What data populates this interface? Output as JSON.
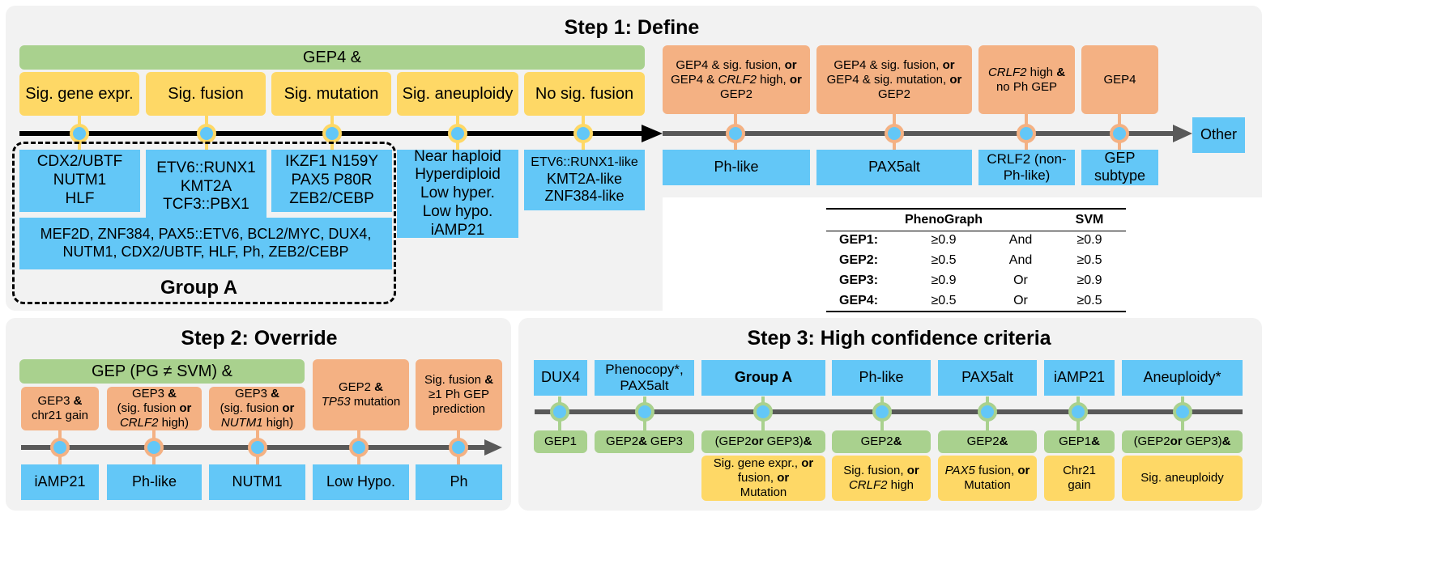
{
  "step1": {
    "title": "Step 1: Define",
    "header": "GEP4 &",
    "yellow": [
      "Sig. gene expr.",
      "Sig. fusion",
      "Sig. mutation",
      "Sig. aneuploidy",
      "No sig. fusion"
    ],
    "blue_boxes": {
      "gene_expr": [
        "CDX2/UBTF",
        "NUTM1",
        "HLF"
      ],
      "fusion": [
        "ETV6::RUNX1",
        "KMT2A",
        "TCF3::PBX1"
      ],
      "mutation": [
        "IKZF1 N159Y",
        "PAX5 P80R",
        "ZEB2/CEBP"
      ],
      "aneuploidy": [
        "Near haploid",
        "Hyperdiploid",
        "Low hyper.",
        "Low hypo.",
        "iAMP21"
      ],
      "no_fusion": [
        "ETV6::RUNX1-like",
        "KMT2A-like",
        "ZNF384-like"
      ],
      "wide": [
        "MEF2D, ZNF384, PAX5::ETV6, BCL2/MYC, DUX4,",
        "NUTM1, CDX2/UBTF, HLF, Ph, ZEB2/CEBP"
      ]
    },
    "group_label": "Group A",
    "right_conditions": [
      [
        "GEP4 & sig. fusion, ",
        "or",
        "GEP4 & ",
        "CRLF2",
        " high, ",
        "or",
        "GEP2"
      ],
      [
        "GEP4 & sig. fusion, ",
        "or",
        "GEP4 & sig. mutation, ",
        "or",
        "GEP2"
      ],
      [
        "CRLF2",
        " high ",
        "&",
        "no Ph GEP"
      ],
      [
        "GEP4"
      ]
    ],
    "right_results": [
      "Ph-like",
      "PAX5alt",
      "CRLF2 (non-Ph-like)",
      "GEP subtype"
    ],
    "other": "Other"
  },
  "table": {
    "headers": [
      "",
      "PhenoGraph",
      "",
      "SVM"
    ],
    "rows": [
      [
        "GEP1:",
        "≥0.9",
        "And",
        "≥0.9"
      ],
      [
        "GEP2:",
        "≥0.5",
        "And",
        "≥0.5"
      ],
      [
        "GEP3:",
        "≥0.9",
        "Or",
        "≥0.9"
      ],
      [
        "GEP4:",
        "≥0.5",
        "Or",
        "≥0.5"
      ]
    ]
  },
  "step2": {
    "title": "Step 2: Override",
    "header": "GEP (PG ≠ SVM) &",
    "conditions": [
      [
        "GEP3 ",
        "&",
        "chr21 gain"
      ],
      [
        "GEP3 ",
        "&",
        "(sig. fusion ",
        "or",
        "CRLF2",
        " high)"
      ],
      [
        "GEP3 ",
        "&",
        "(sig. fusion ",
        "or",
        "NUTM1",
        " high)"
      ],
      [
        "GEP2 ",
        "&",
        "TP53",
        " mutation"
      ],
      [
        "Sig. fusion ",
        "&",
        "≥1 Ph GEP prediction"
      ]
    ],
    "results": [
      "iAMP21",
      "Ph-like",
      "NUTM1",
      "Low Hypo.",
      "Ph"
    ]
  },
  "step3": {
    "title": "Step 3: High confidence criteria",
    "top": [
      "DUX4",
      "Phenocopy*, PAX5alt",
      "Group A",
      "Ph-like",
      "PAX5alt",
      "iAMP21",
      "Aneuploidy*"
    ],
    "green": [
      [
        "GEP1"
      ],
      [
        "GEP2 ",
        "&",
        " GEP3"
      ],
      [
        "(GEP2 ",
        "or",
        " GEP3) ",
        "&"
      ],
      [
        "GEP2 ",
        "&"
      ],
      [
        "GEP2 ",
        "&"
      ],
      [
        "GEP1 ",
        "&"
      ],
      [
        "(GEP2 ",
        "or",
        " GEP3) ",
        "&"
      ]
    ],
    "yellow": [
      [
        "Sig. gene expr., ",
        "or",
        "fusion, ",
        "or",
        "Mutation"
      ],
      [
        "Sig. fusion, ",
        "or",
        "CRLF2",
        " high"
      ],
      [
        "PAX5",
        " fusion, ",
        "or",
        "Mutation"
      ],
      [
        "Chr21",
        "gain"
      ],
      [
        "Sig. aneuploidy"
      ]
    ]
  },
  "colors": {
    "blue": "#63c7f7",
    "yellow": "#fed866",
    "green": "#a9d18e",
    "orange": "#f4b183",
    "panel": "#f2f2f2",
    "arrow_dark": "#000000",
    "arrow_grey": "#595959"
  }
}
